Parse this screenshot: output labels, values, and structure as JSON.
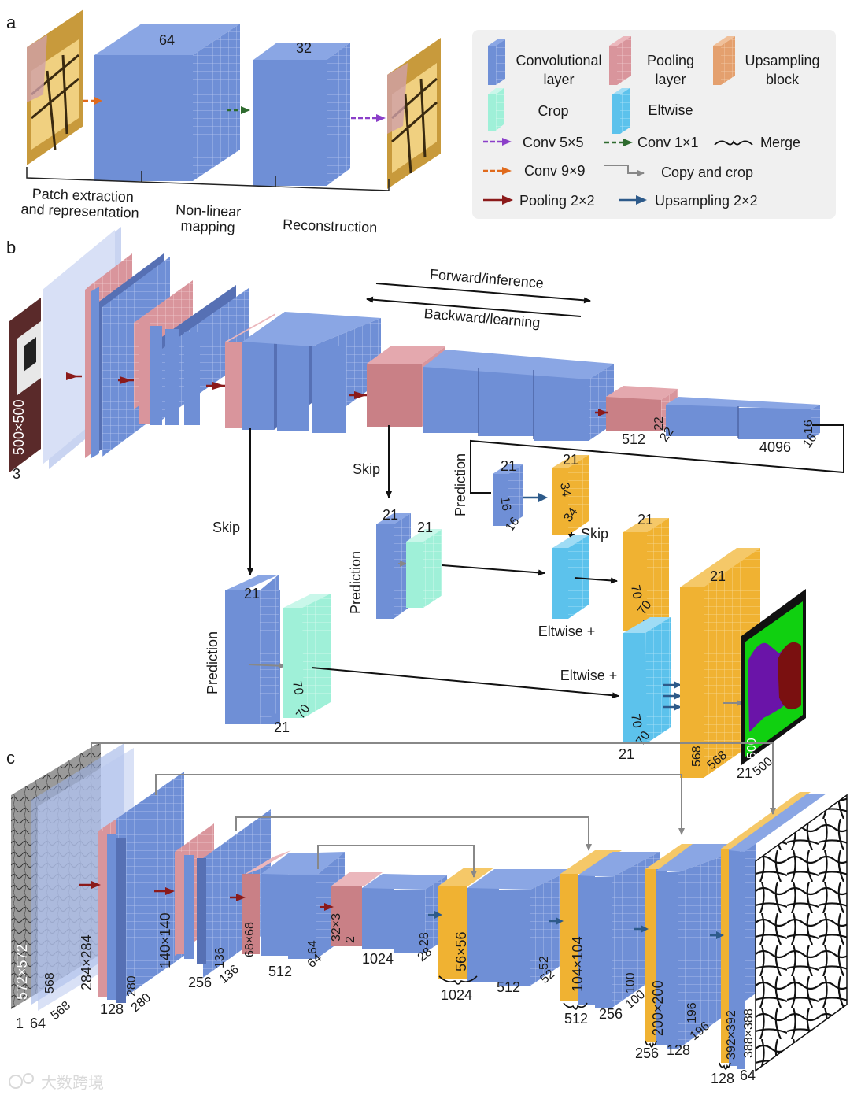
{
  "panels": {
    "a": {
      "letter": "a",
      "cube1": "64",
      "cube2": "32",
      "stages": [
        "Patch extraction",
        "and representation",
        "Non-linear",
        "mapping",
        "Reconstruction"
      ]
    },
    "b": {
      "letter": "b",
      "forward": "Forward/inference",
      "backward": "Backward/learning",
      "input_size": "500×500",
      "input_ch": "3",
      "pool5": [
        "512",
        "22",
        "22"
      ],
      "fc": [
        "4096",
        "16",
        "16"
      ],
      "skip": "Skip",
      "prediction": "Prediction",
      "eltwise": "Eltwise +",
      "n21": "21",
      "n16": "16",
      "n34": "34",
      "n70": "70",
      "n568": "568",
      "n500": "500"
    },
    "c": {
      "letter": "c",
      "left": {
        "in": "572×572",
        "c1": "568",
        "c1b": "568",
        "ch1": "1",
        "ch64": "64",
        "s2": "284×284",
        "c2": "280",
        "c2b": "280",
        "ch128": "128",
        "s3": "140×140",
        "c3": "136",
        "c3b": "136",
        "ch256": "256",
        "s4": "68×68",
        "c4": "64",
        "c4b": "64",
        "ch512": "512",
        "s5": "32×3",
        "s5b": "2",
        "c5": "28",
        "c5b": "28",
        "ch1024": "1024"
      },
      "right": {
        "u1": "56×56",
        "u1ch": "1024",
        "u1c": "52",
        "u1cb": "52",
        "u1ch2": "512",
        "u2": "104×104",
        "u2ch": "512",
        "u2c": "100",
        "u2cb": "100",
        "u2ch2": "256",
        "u3": "200×200",
        "u3ch": "256",
        "u3c": "196",
        "u3cb": "196",
        "u3ch2": "128",
        "u4": "392×392",
        "u4ch": "128",
        "u4c": "388×388",
        "u4ch2": "64"
      }
    }
  },
  "legend": {
    "conv_layer": [
      "Convolutional",
      "layer"
    ],
    "pool_layer": [
      "Pooling",
      "layer"
    ],
    "upsample_block": [
      "Upsampling",
      "block"
    ],
    "crop": "Crop",
    "eltwise": "Eltwise",
    "conv5": "Conv 5×5",
    "conv1": "Conv 1×1",
    "merge": "Merge",
    "conv9": "Conv 9×9",
    "copycrop": "Copy and crop",
    "pool2": "Pooling 2×2",
    "up2": "Upsampling 2×2"
  },
  "colors": {
    "conv": "#6f8fd6",
    "conv_dark": "#5670b4",
    "pool": "#d9959c",
    "upsample": "#f0b232",
    "crop": "#9ff0d8",
    "eltwise": "#5cc2ec",
    "arrow_pool": "#8b1a1a",
    "arrow_up": "#2d5a8a",
    "arrow_conv5": "#8b3fc9",
    "arrow_conv1": "#2e6b2e",
    "arrow_conv9": "#e06a1c"
  },
  "watermark": "大数跨境"
}
